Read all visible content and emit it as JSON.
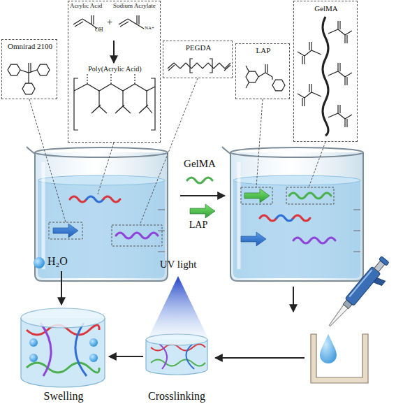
{
  "diagram": {
    "nodes": [
      {
        "text": [
          "Omnirad 2100"
        ]
      },
      {
        "text": [
          "Acrylic Acid",
          "Sodium Acrylate",
          "OH",
          "+",
          "NA+",
          "Poly(Acrylic Acid)"
        ]
      },
      {
        "text": [
          "PEGDA"
        ]
      },
      {
        "text": [
          "LAP"
        ]
      },
      {
        "text": [
          "GelMA"
        ]
      },
      {
        "text": [
          "H₂O"
        ]
      },
      {
        "text": [
          "Swelling"
        ]
      },
      {
        "text": [
          "Crosslinking"
        ]
      }
    ],
    "edges": [
      {
        "from": 7,
        "to": 6,
        "arrow": "to"
      },
      {
        "from": 5,
        "to": 6,
        "arrow": "to"
      }
    ],
    "labels": [
      "GelMA",
      "LAP",
      "UV light"
    ]
  }
}
